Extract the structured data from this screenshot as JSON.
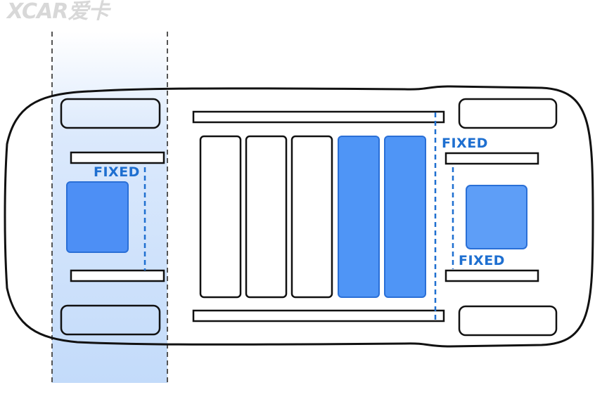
{
  "watermark": {
    "text": "XCAR爱卡"
  },
  "labels": {
    "front_fixed": "FIXED",
    "rear_fixed_top": "FIXED",
    "rear_fixed_bottom": "FIXED"
  },
  "colors": {
    "outline": "#111111",
    "accent_blue": "#1e6fd0",
    "highlight_fill": "#4f95f6",
    "highlight_border": "#2a6fd6",
    "band_top": "#f2f7ff",
    "band_bottom": "#bcd7f9",
    "band_edge": "#555555"
  },
  "components": {
    "battery_modules": {
      "count": 5,
      "highlighted": [
        4,
        5
      ]
    },
    "front_pad_highlighted": true,
    "rear_pad_highlighted": true
  }
}
